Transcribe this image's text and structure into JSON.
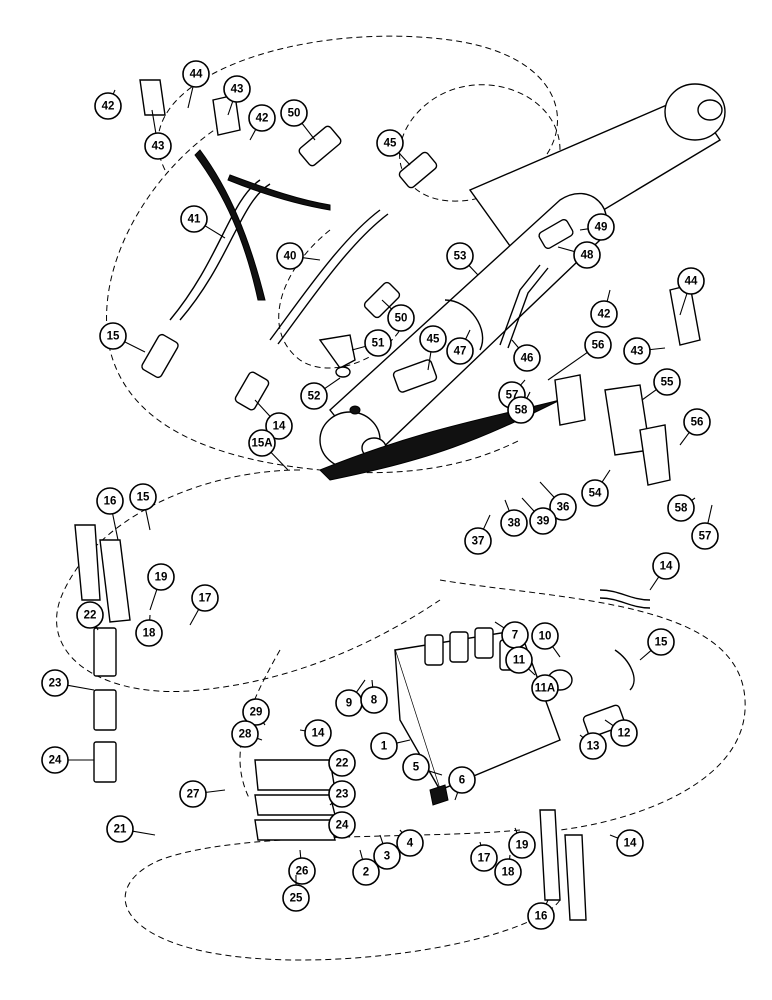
{
  "diagram": {
    "callouts": [
      "42",
      "43",
      "44",
      "43",
      "42",
      "50",
      "45",
      "41",
      "40",
      "53",
      "49",
      "48",
      "15",
      "50",
      "51",
      "45",
      "47",
      "46",
      "42",
      "44",
      "43",
      "56",
      "52",
      "14",
      "57",
      "58",
      "55",
      "15A",
      "56",
      "16",
      "15",
      "54",
      "36",
      "39",
      "38",
      "37",
      "58",
      "57",
      "19",
      "17",
      "18",
      "22",
      "14",
      "7",
      "10",
      "15",
      "11",
      "11A",
      "23",
      "29",
      "9",
      "8",
      "12",
      "28",
      "14",
      "1",
      "13",
      "22",
      "5",
      "6",
      "23",
      "27",
      "24",
      "24",
      "4",
      "3",
      "2",
      "17",
      "19",
      "18",
      "14",
      "21",
      "26",
      "25",
      "16"
    ]
  }
}
